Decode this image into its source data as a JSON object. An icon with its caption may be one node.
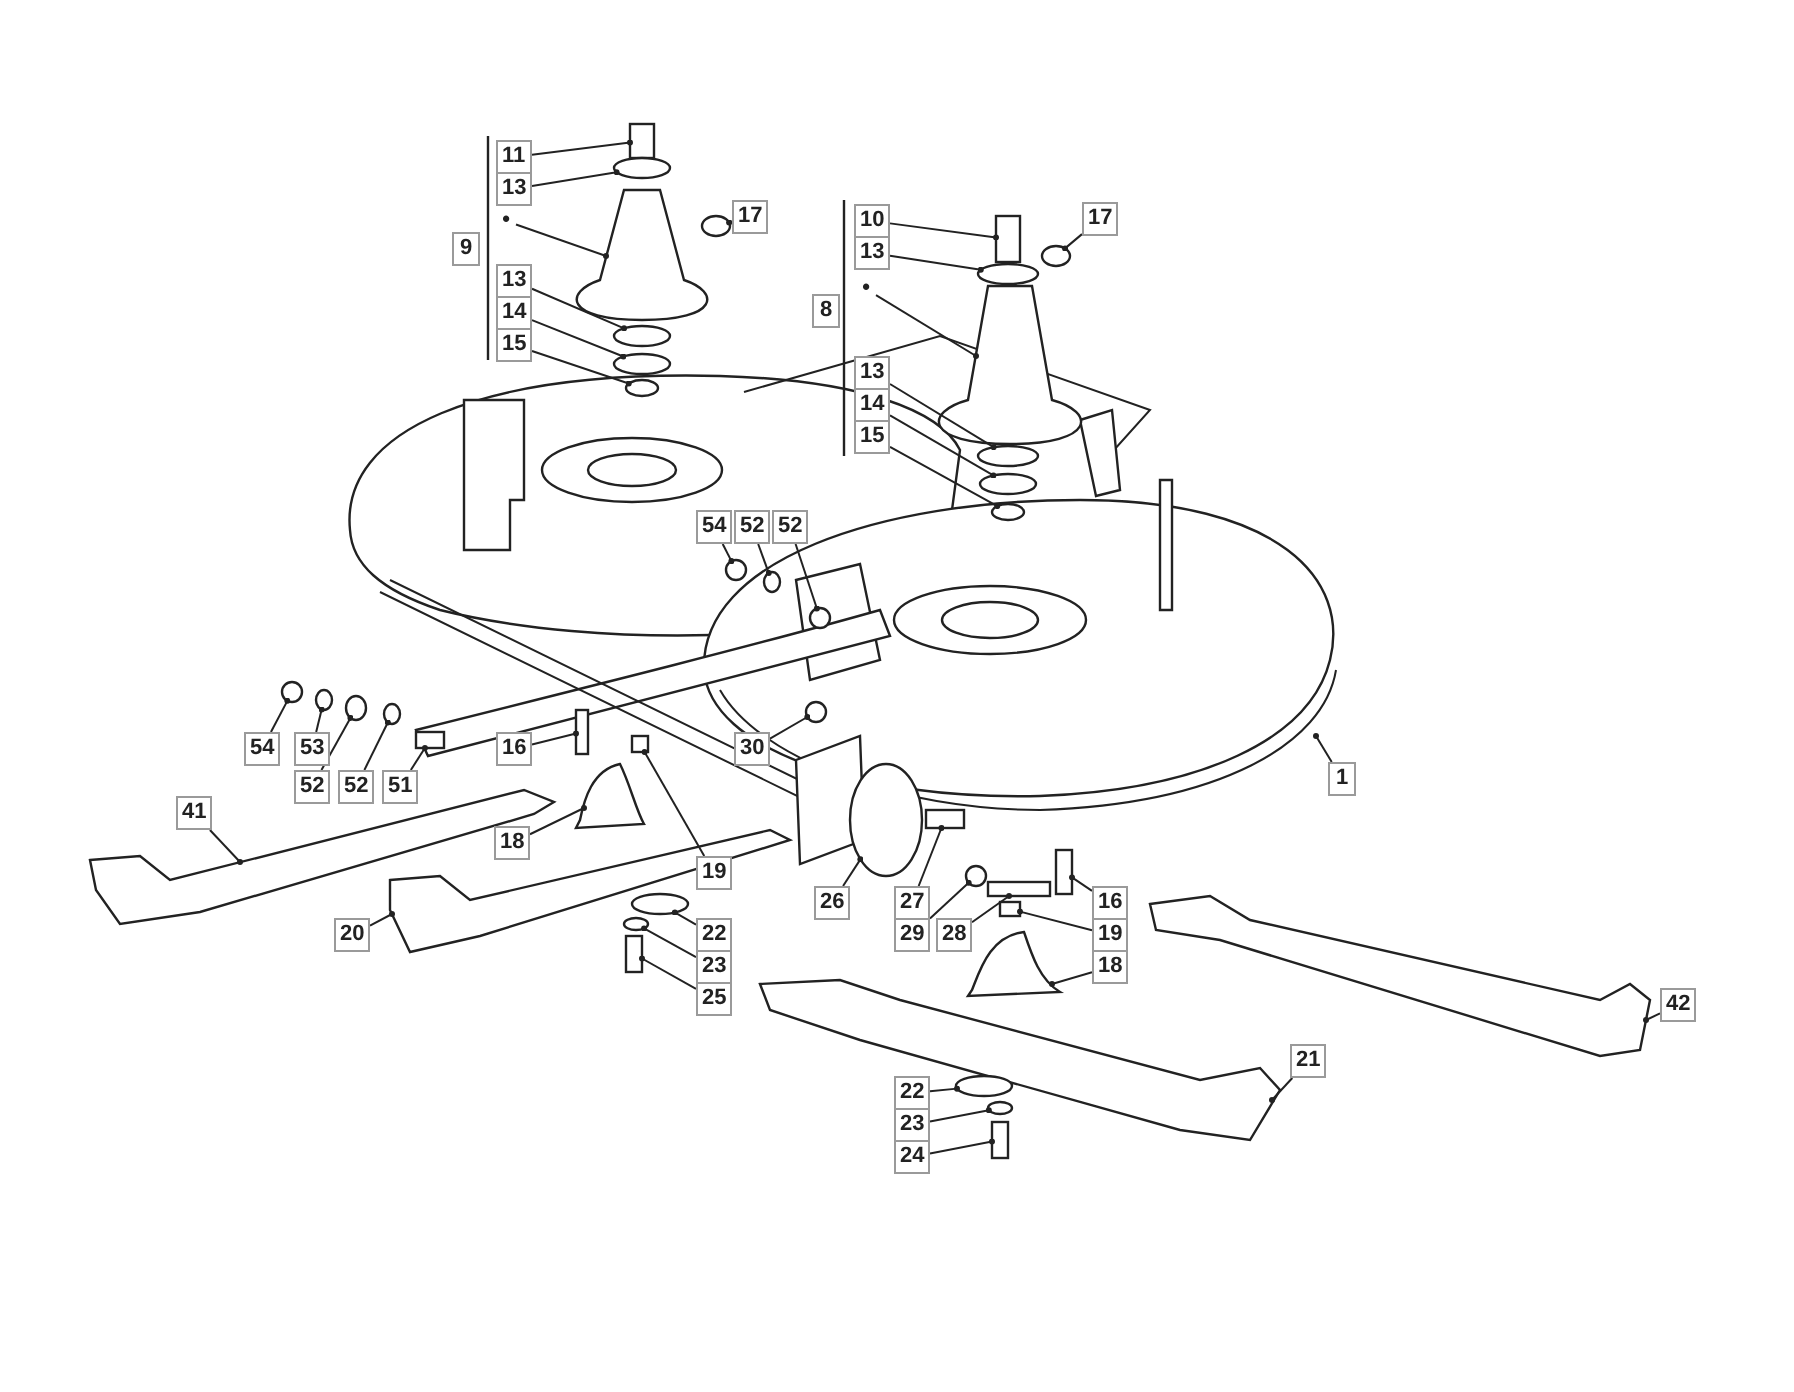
{
  "diagram": {
    "nodes": [
      {
        "text": [
          "11"
        ]
      },
      {
        "text": [
          "13"
        ]
      },
      {
        "text": [
          "•"
        ]
      },
      {
        "text": [
          "9"
        ]
      },
      {
        "text": [
          "13"
        ]
      },
      {
        "text": [
          "14"
        ]
      },
      {
        "text": [
          "15"
        ]
      },
      {
        "text": [
          "17"
        ]
      },
      {
        "text": [
          "10"
        ]
      },
      {
        "text": [
          "13"
        ]
      },
      {
        "text": [
          "•"
        ]
      },
      {
        "text": [
          "8"
        ]
      },
      {
        "text": [
          "13"
        ]
      },
      {
        "text": [
          "14"
        ]
      },
      {
        "text": [
          "15"
        ]
      },
      {
        "text": [
          "17"
        ]
      },
      {
        "text": [
          "54"
        ]
      },
      {
        "text": [
          "52"
        ]
      },
      {
        "text": [
          "52"
        ]
      },
      {
        "text": [
          "54"
        ]
      },
      {
        "text": [
          "53"
        ]
      },
      {
        "text": [
          "52"
        ]
      },
      {
        "text": [
          "52"
        ]
      },
      {
        "text": [
          "51"
        ]
      },
      {
        "text": [
          "16"
        ]
      },
      {
        "text": [
          "30"
        ]
      },
      {
        "text": [
          "1"
        ]
      },
      {
        "text": [
          "41"
        ]
      },
      {
        "text": [
          "18"
        ]
      },
      {
        "text": [
          "19"
        ]
      },
      {
        "text": [
          "26"
        ]
      },
      {
        "text": [
          "27"
        ]
      },
      {
        "text": [
          "16"
        ]
      },
      {
        "text": [
          "29"
        ]
      },
      {
        "text": [
          "28"
        ]
      },
      {
        "text": [
          "19"
        ]
      },
      {
        "text": [
          "20"
        ]
      },
      {
        "text": [
          "22"
        ]
      },
      {
        "text": [
          "18"
        ]
      },
      {
        "text": [
          "23"
        ]
      },
      {
        "text": [
          "25"
        ]
      },
      {
        "text": [
          "42"
        ]
      },
      {
        "text": [
          "21"
        ]
      },
      {
        "text": [
          "22"
        ]
      },
      {
        "text": [
          "23"
        ]
      },
      {
        "text": [
          "24"
        ]
      },
      {
        "text": [],
        "shape": "picture"
      },
      {
        "text": [],
        "shape": "picture"
      },
      {
        "text": [],
        "shape": "circle"
      },
      {
        "text": [],
        "shape": "picture"
      },
      {
        "text": [],
        "shape": "picture"
      },
      {
        "text": [],
        "shape": "box"
      },
      {
        "text": [],
        "shape": "circle"
      },
      {
        "text": [],
        "shape": "picture"
      },
      {
        "text": [],
        "shape": "circle"
      },
      {
        "text": [],
        "shape": "circle"
      },
      {
        "text": [],
        "shape": "circle"
      },
      {
        "text": [],
        "shape": "circle"
      },
      {
        "text": [],
        "shape": "box"
      },
      {
        "text": [],
        "shape": "circle"
      },
      {
        "text": [],
        "shape": "picture"
      },
      {
        "text": [],
        "shape": "circle"
      },
      {
        "text": [],
        "shape": "circle"
      },
      {
        "text": [],
        "shape": "circle"
      },
      {
        "text": [],
        "shape": "circle"
      },
      {
        "text": [],
        "shape": "circle"
      },
      {
        "text": [],
        "shape": "circle"
      },
      {
        "text": [],
        "shape": "circle"
      },
      {
        "text": [],
        "shape": "circle"
      },
      {
        "text": [],
        "shape": "circle"
      },
      {
        "text": [],
        "shape": "circle"
      },
      {
        "text": [],
        "shape": "circle"
      },
      {
        "text": [],
        "shape": "box"
      },
      {
        "text": [],
        "shape": "box"
      },
      {
        "text": [],
        "shape": "circle"
      },
      {
        "text": [],
        "shape": "picture"
      },
      {
        "text": [],
        "shape": "box"
      },
      {
        "text": [],
        "shape": "box"
      },
      {
        "text": [],
        "shape": "box"
      },
      {
        "text": [],
        "shape": "circle"
      },
      {
        "text": [],
        "shape": "box"
      },
      {
        "text": [],
        "shape": "box"
      },
      {
        "text": [],
        "shape": "picture"
      },
      {
        "text": [],
        "shape": "circle"
      },
      {
        "text": [],
        "shape": "circle"
      },
      {
        "text": [],
        "shape": "box"
      },
      {
        "text": [],
        "shape": "circle"
      },
      {
        "text": [],
        "shape": "circle"
      },
      {
        "text": [],
        "shape": "box"
      }
    ],
    "edges": [
      {
        "from": 0,
        "to": 51,
        "arrow": "other"
      },
      {
        "from": 1,
        "to": 52,
        "arrow": "other"
      },
      {
        "from": 2,
        "to": 53,
        "arrow": "other"
      },
      {
        "from": 4,
        "to": 54,
        "arrow": "other"
      },
      {
        "from": 5,
        "to": 55,
        "arrow": "other"
      },
      {
        "from": 6,
        "to": 56,
        "arrow": "other"
      },
      {
        "from": 7,
        "to": 57,
        "arrow": "other"
      },
      {
        "from": 8,
        "to": 58,
        "arrow": "other"
      },
      {
        "from": 9,
        "to": 59,
        "arrow": "other"
      },
      {
        "from": 10,
        "to": 60,
        "arrow": "other"
      },
      {
        "from": 12,
        "to": 61,
        "arrow": "other"
      },
      {
        "from": 13,
        "to": 62,
        "arrow": "other"
      },
      {
        "from": 14,
        "to": 63,
        "arrow": "other"
      },
      {
        "from": 15,
        "to": 64,
        "arrow": "other"
      },
      {
        "from": 16,
        "to": 65,
        "arrow": "other"
      },
      {
        "from": 17,
        "to": 66,
        "arrow": "other"
      },
      {
        "from": 18,
        "to": 67,
        "arrow": "other"
      },
      {
        "from": 19,
        "to": 68,
        "arrow": "other"
      },
      {
        "from": 20,
        "to": 69,
        "arrow": "other"
      },
      {
        "from": 21,
        "to": 70,
        "arrow": "other"
      },
      {
        "from": 22,
        "to": 71,
        "arrow": "other"
      },
      {
        "from": 23,
        "to": 72,
        "arrow": "other"
      },
      {
        "from": 24,
        "to": 73,
        "arrow": "other"
      },
      {
        "from": 25,
        "to": 74,
        "arrow": "other"
      },
      {
        "from": 26,
        "to": null,
        "arrow": "other"
      },
      {
        "from": 27,
        "to": 46,
        "arrow": "other"
      },
      {
        "from": 28,
        "to": 75,
        "arrow": "other"
      },
      {
        "from": 29,
        "to": 76,
        "arrow": "other"
      },
      {
        "from": 30,
        "to": 48,
        "arrow": "other"
      },
      {
        "from": 31,
        "to": 77,
        "arrow": "other"
      },
      {
        "from": 32,
        "to": 78,
        "arrow": "other"
      },
      {
        "from": 33,
        "to": 79,
        "arrow": "other"
      },
      {
        "from": 34,
        "to": 80,
        "arrow": "other"
      },
      {
        "from": 35,
        "to": 81,
        "arrow": "other"
      },
      {
        "from": 36,
        "to": 47,
        "arrow": "other"
      },
      {
        "from": 37,
        "to": 83,
        "arrow": "other"
      },
      {
        "from": 38,
        "to": 82,
        "arrow": "other"
      },
      {
        "from": 39,
        "to": 84,
        "arrow": "other"
      },
      {
        "from": 40,
        "to": 85,
        "arrow": "other"
      },
      {
        "from": 41,
        "to": 50,
        "arrow": "other"
      },
      {
        "from": 42,
        "to": 49,
        "arrow": "other"
      },
      {
        "from": 43,
        "to": 86,
        "arrow": "other"
      },
      {
        "from": 44,
        "to": 87,
        "arrow": "other"
      },
      {
        "from": 45,
        "to": 88,
        "arrow": "other"
      }
    ]
  }
}
